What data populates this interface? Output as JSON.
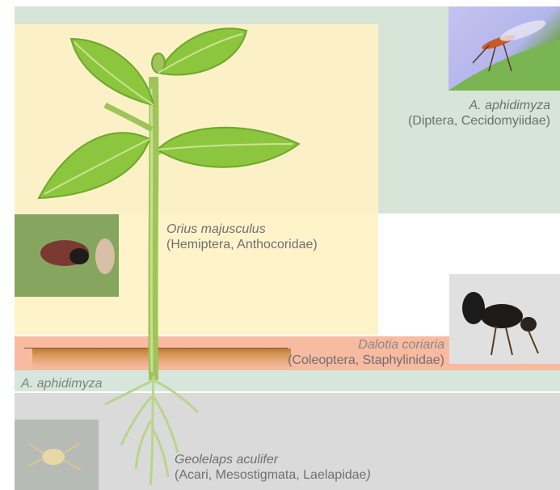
{
  "colors": {
    "canopy_zone": "#d7e4d8",
    "plant_zone": "#fff2c4",
    "soil_surface_band": "#f6a98a",
    "soil_edge_band": "#d6e6dc",
    "soil_zone": "#dadada",
    "leaf_green": "#8cc63f",
    "stem_green": "#a9cf6a",
    "label_grey": "#6f6f6f"
  },
  "canopy_species": {
    "name": "A. aphidimyza",
    "taxonomy": "(Diptera, Cecidomyiidae)",
    "photo_icon": "midge-photo"
  },
  "plant_species": {
    "name": "Orius majusculus",
    "taxonomy": "(Hemiptera, Anthocoridae)",
    "photo_icon": "bug-photo"
  },
  "surface_species": {
    "name": "Dalotia coriaria",
    "taxonomy": "(Coleoptera, Staphylinidae)",
    "photo_icon": "beetle-photo"
  },
  "soil_surface_label": {
    "name": "A. aphidimyza"
  },
  "soil_species": {
    "name": "Geolelaps aculifer",
    "taxonomy_start": "(Acari, Mesostigmata, Laelapidae",
    "taxonomy_end": ")",
    "photo_icon": "mite-photo"
  }
}
